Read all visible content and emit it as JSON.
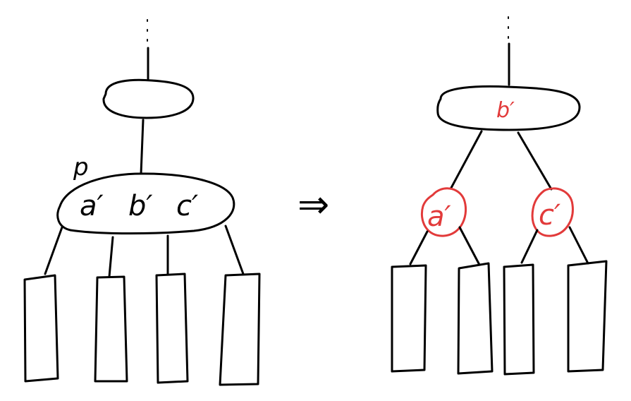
{
  "colors": {
    "ink": "#000000",
    "highlight": "#e23a3a",
    "background": "#ffffff"
  },
  "left_tree": {
    "pointer_label": "p",
    "keys": [
      "a′",
      "b′",
      "c′"
    ]
  },
  "arrow": "⇒",
  "right_tree": {
    "root_key": "b′",
    "left_child_key": "a′",
    "right_child_key": "c′"
  }
}
